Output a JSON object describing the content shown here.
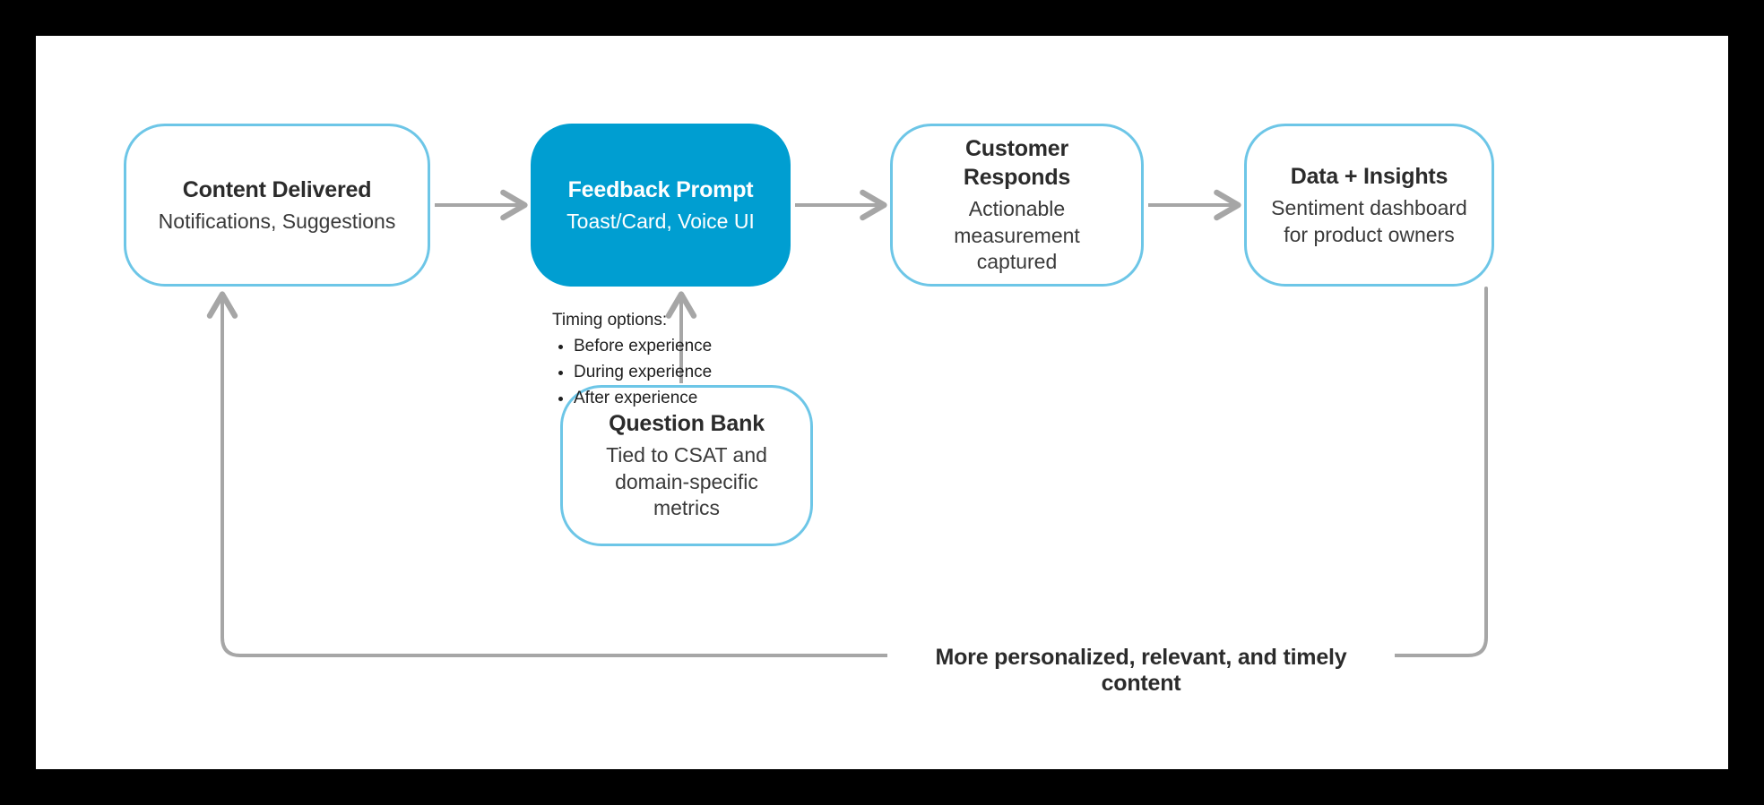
{
  "canvas": {
    "background": "#ffffff",
    "frame_color": "#000000"
  },
  "theme": {
    "node_border": "#6DC6E7",
    "accent_fill": "#009ED1",
    "accent_text": "#ffffff",
    "edge_color": "#A6A6A6",
    "title_color": "#2b2b2b",
    "subtitle_color": "#3a3a3a"
  },
  "nodes": [
    {
      "id": "content-delivered",
      "title": "Content Delivered",
      "subtitle": "Notifications, Suggestions",
      "style": "outline"
    },
    {
      "id": "feedback-prompt",
      "title": "Feedback Prompt",
      "subtitle": "Toast/Card, Voice UI",
      "style": "filled"
    },
    {
      "id": "customer-responds",
      "title": "Customer Responds",
      "subtitle": "Actionable measurement captured",
      "style": "outline"
    },
    {
      "id": "data-insights",
      "title": "Data + Insights",
      "subtitle": "Sentiment dashboard for product owners",
      "style": "outline"
    },
    {
      "id": "question-bank",
      "title": "Question Bank",
      "subtitle": "Tied to CSAT and domain-specific metrics",
      "style": "outline"
    }
  ],
  "annotations": {
    "timing": {
      "heading": "Timing options:",
      "items": [
        "Before experience",
        "During experience",
        "After experience"
      ]
    },
    "feedback_loop_label": "More personalized, relevant, and timely content"
  }
}
